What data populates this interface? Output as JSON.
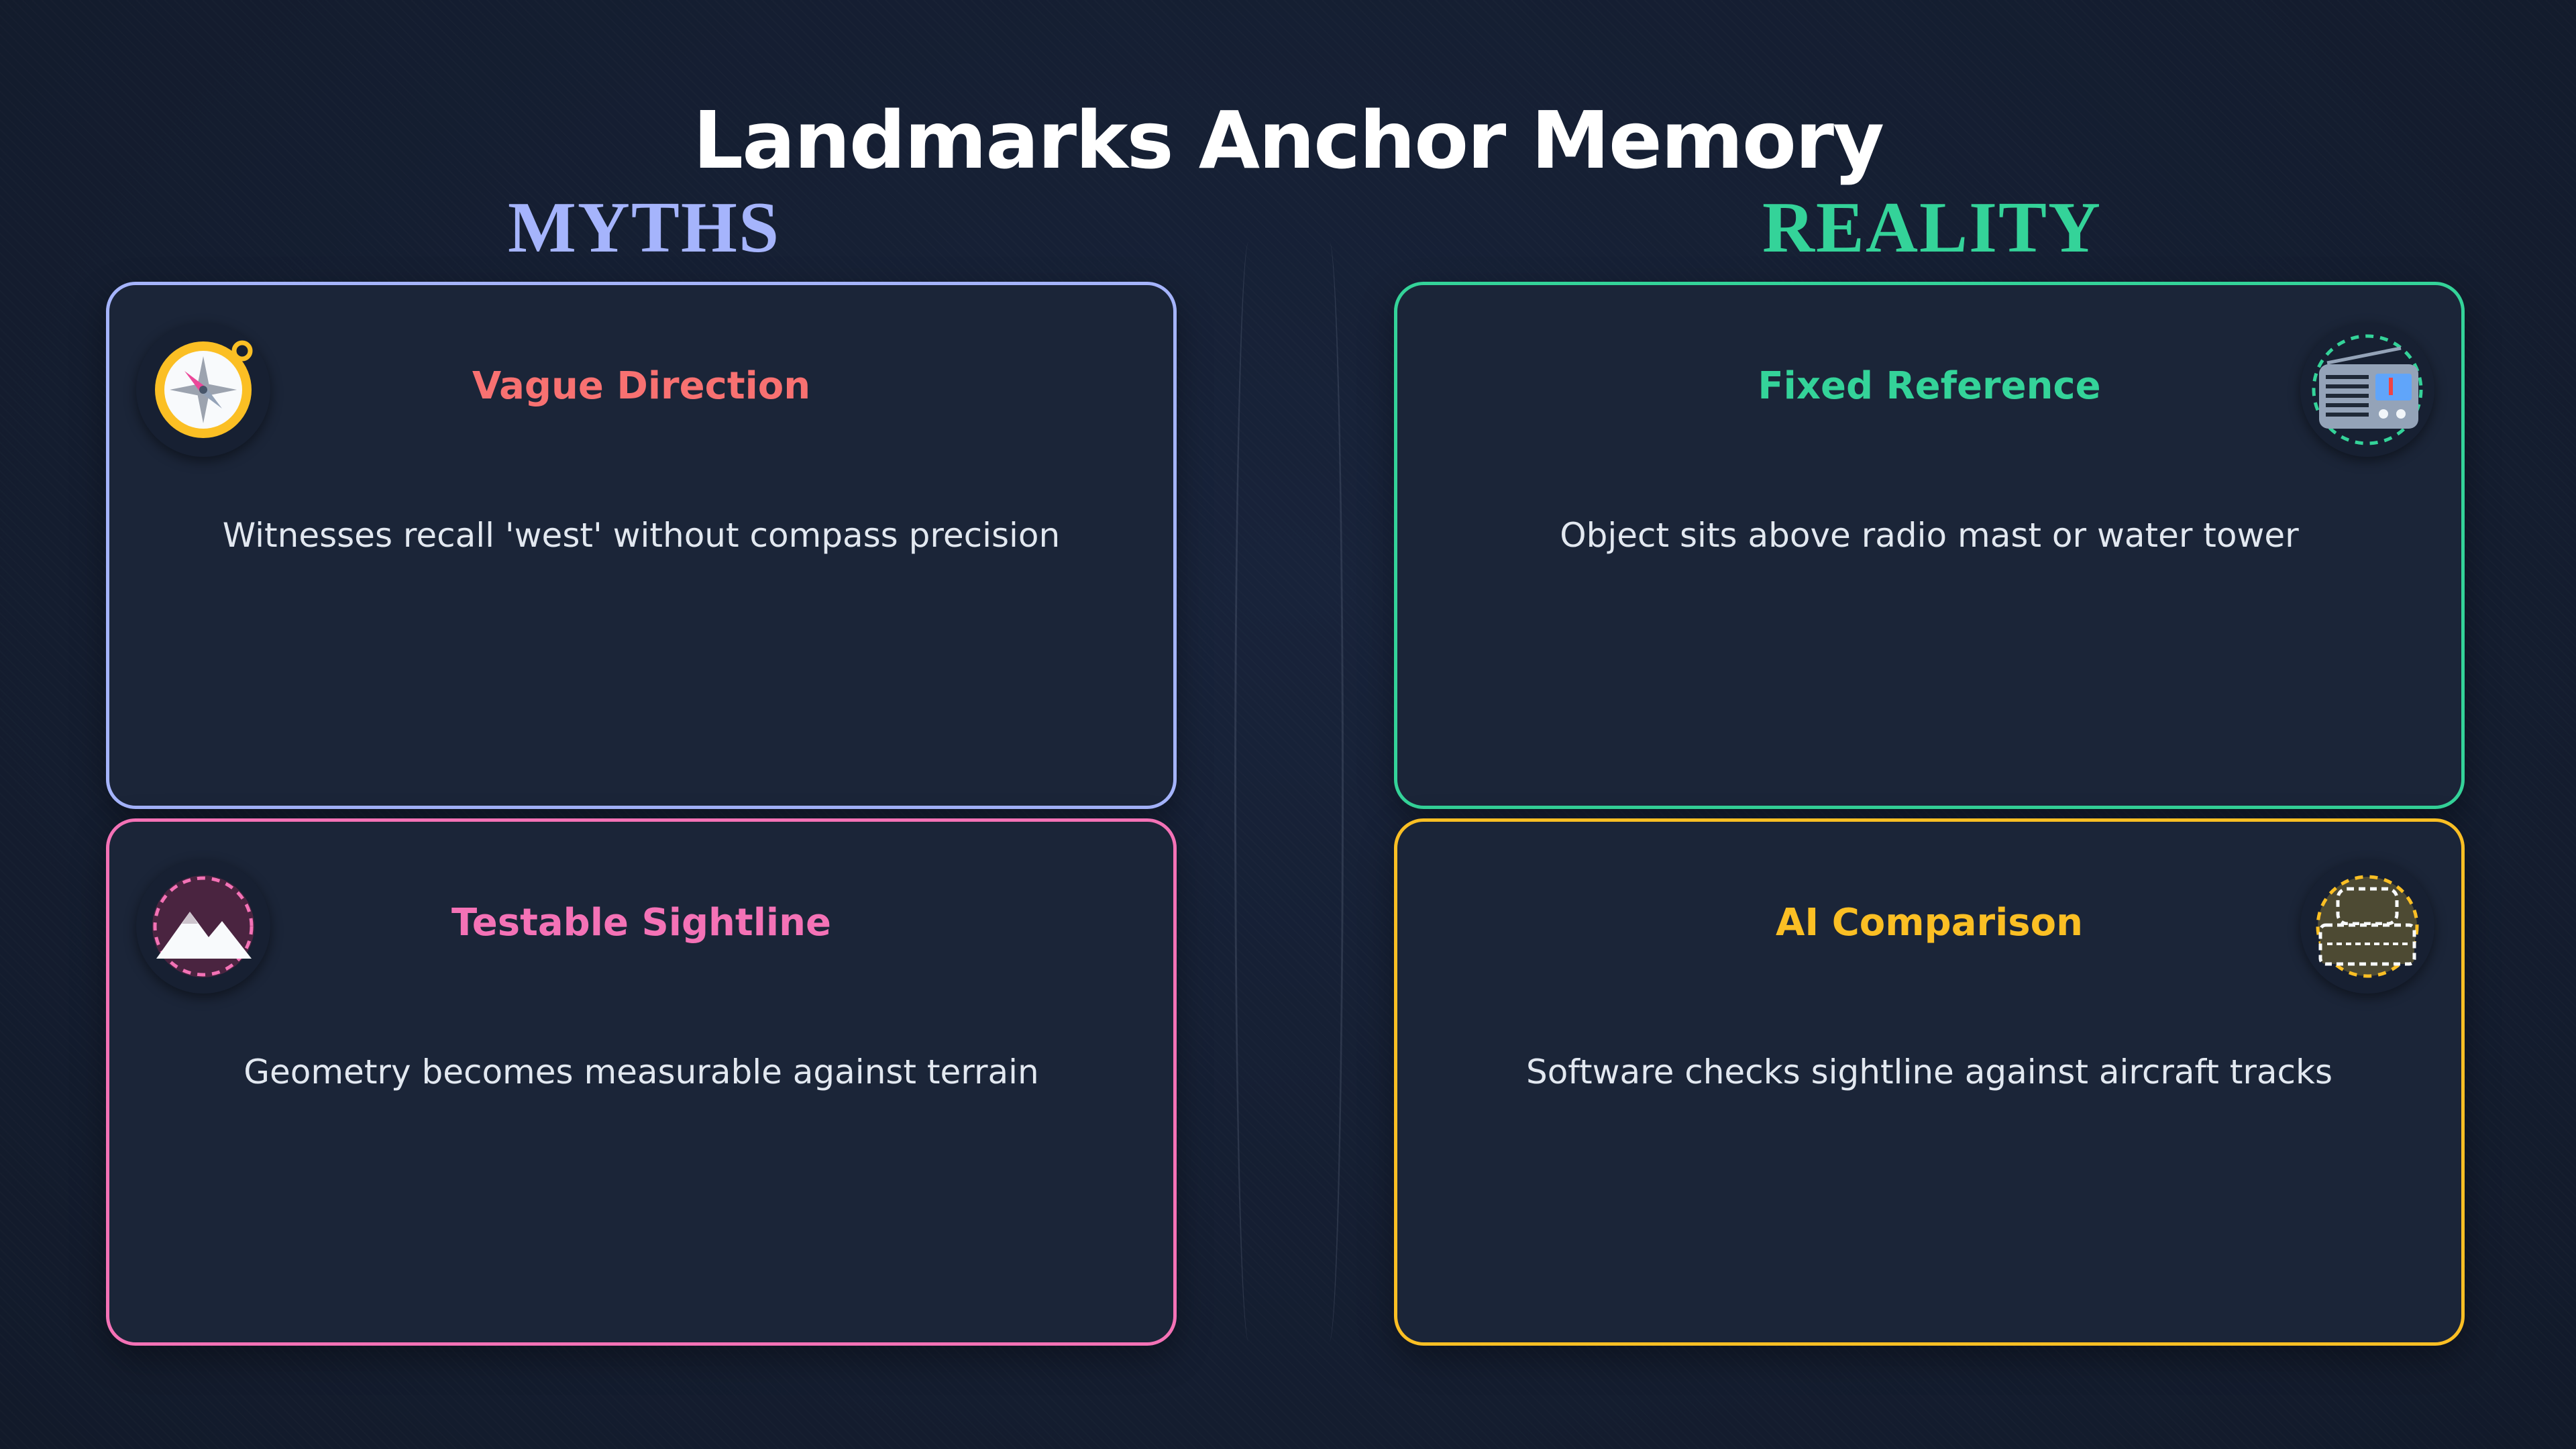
{
  "title": "Landmarks Anchor Memory",
  "columns": {
    "myths": {
      "label": "MYTHS",
      "color": "#a5b4fc"
    },
    "reality": {
      "label": "REALITY",
      "color": "#34d399"
    }
  },
  "cards": [
    {
      "title": "Vague Direction",
      "body": "Witnesses recall 'west' without compass precision",
      "icon": "compass-icon",
      "title_color": "#f87171",
      "border_color": "#a5b4fc"
    },
    {
      "title": "Fixed Reference",
      "body": "Object sits above radio mast or water tower",
      "icon": "radio-icon",
      "title_color": "#34d399",
      "border_color": "#34d399"
    },
    {
      "title": "Testable Sightline",
      "body": "Geometry becomes measurable against terrain",
      "icon": "mountain-icon",
      "title_color": "#f472b6",
      "border_color": "#f472b6"
    },
    {
      "title": "AI Comparison",
      "body": "Software checks sightline against aircraft tracks",
      "icon": "sofa-icon",
      "title_color": "#fbbf24",
      "border_color": "#fbbf24"
    }
  ]
}
